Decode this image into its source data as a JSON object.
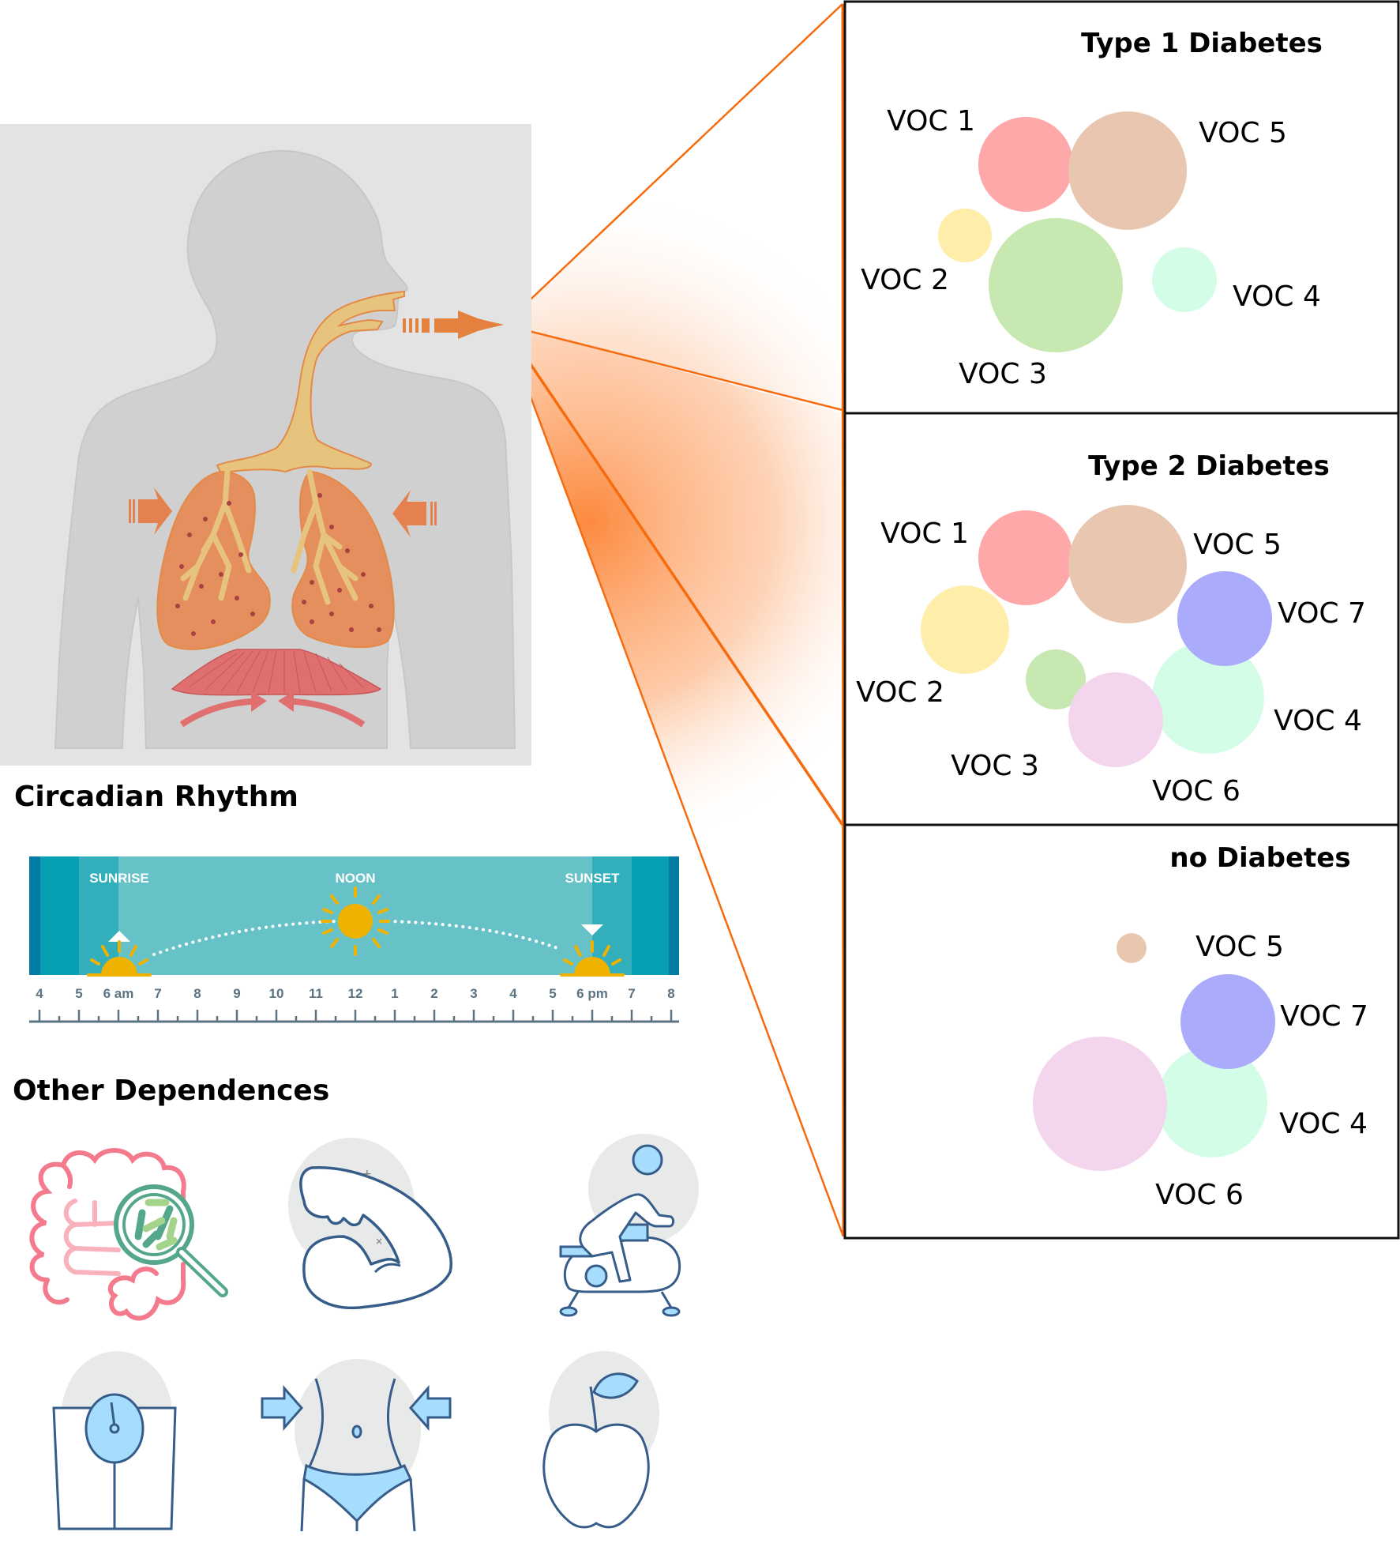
{
  "colors": {
    "connector_orange": "#f76b0f",
    "fan_orange": "#fd8a3f",
    "body_panel": "#e3e3e3",
    "body_silhouette": "#d1d0d1",
    "airway": "#e6c47e",
    "lung": "#e58f5e",
    "diaphragm": "#e07070",
    "breath_arrow": "#e5813e",
    "icon_stroke": "#365d8a",
    "icon_fill": "#a6dcfc"
  },
  "voc_colors": {
    "VOC 1": "#fea8aa",
    "VOC 2": "#feeeaa",
    "VOC 3": "#c7e8b0",
    "VOC 4": "#d4fde7",
    "VOC 5": "#e8c6b0",
    "VOC 6": "#f3d5ee",
    "VOC 7": "#aaabfa"
  },
  "illustration": {
    "name": "Human respiratory system exhaling breath"
  },
  "circadian": {
    "heading": "Circadian Rhythm",
    "markers": {
      "sunrise": "SUNRISE",
      "noon": "NOON",
      "sunset": "SUNSET"
    },
    "hour_labels": [
      "4",
      "5",
      "6 am",
      "7",
      "8",
      "9",
      "10",
      "11",
      "12",
      "1",
      "2",
      "3",
      "4",
      "5",
      "6 pm",
      "7",
      "8"
    ],
    "colors": {
      "night": "#027ba5",
      "dusk": "#069fb3",
      "twilight": "#33afbc",
      "day": "#67c2c8",
      "sun": "#f0b200",
      "ticks": "#5c7383"
    }
  },
  "other_dependences": {
    "heading": "Other Dependences",
    "icons": [
      "gut-microbiome",
      "muscle",
      "exercise-bike",
      "weight-scale",
      "waist-measurement",
      "apple-diet"
    ]
  },
  "chart_data": {
    "type": "bubble",
    "title": "VOC profiles by diabetes status",
    "panels": [
      {
        "title": "Type 1 Diabetes",
        "bubbles": [
          {
            "label": "VOC 1",
            "relative_size": 0.7
          },
          {
            "label": "VOC 5",
            "relative_size": 0.88
          },
          {
            "label": "VOC 2",
            "relative_size": 0.4
          },
          {
            "label": "VOC 3",
            "relative_size": 1.0
          },
          {
            "label": "VOC 4",
            "relative_size": 0.48
          }
        ]
      },
      {
        "title": "Type 2 Diabetes",
        "bubbles": [
          {
            "label": "VOC 1",
            "relative_size": 0.7
          },
          {
            "label": "VOC 5",
            "relative_size": 0.88
          },
          {
            "label": "VOC 7",
            "relative_size": 0.7
          },
          {
            "label": "VOC 2",
            "relative_size": 0.66
          },
          {
            "label": "VOC 3",
            "relative_size": 0.45
          },
          {
            "label": "VOC 6",
            "relative_size": 0.7
          },
          {
            "label": "VOC 4",
            "relative_size": 0.84
          }
        ]
      },
      {
        "title": "no Diabetes",
        "bubbles": [
          {
            "label": "VOC 5",
            "relative_size": 0.22
          },
          {
            "label": "VOC 7",
            "relative_size": 0.7
          },
          {
            "label": "VOC 4",
            "relative_size": 0.82
          },
          {
            "label": "VOC 6",
            "relative_size": 1.0
          }
        ]
      }
    ]
  }
}
